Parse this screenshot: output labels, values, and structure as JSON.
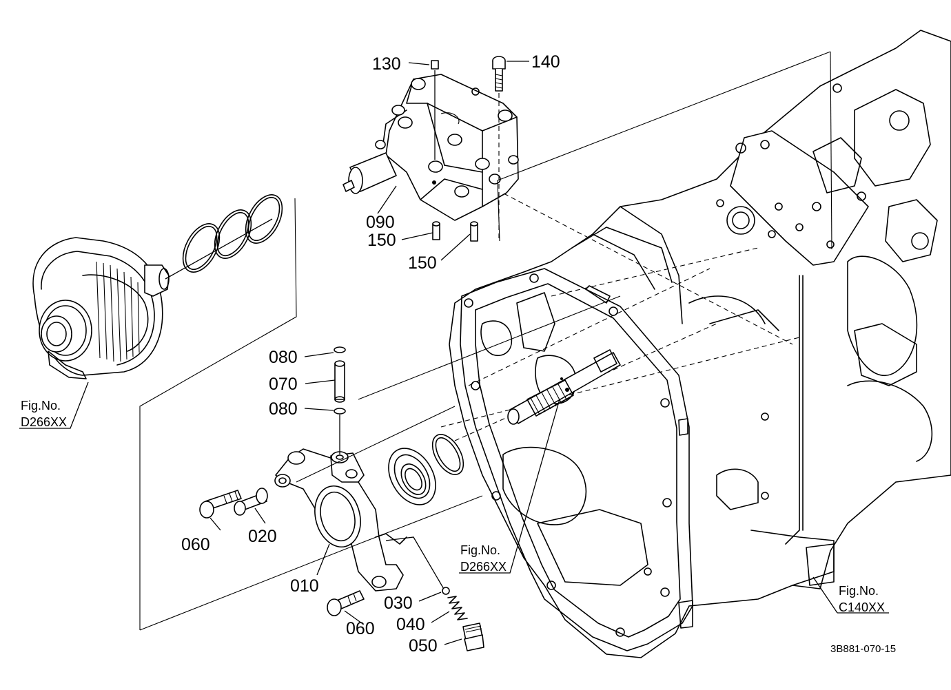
{
  "diagram": {
    "part_labels": {
      "p130": "130",
      "p140": "140",
      "p090": "090",
      "p150a": "150",
      "p150b": "150",
      "p080a": "080",
      "p070": "070",
      "p080b": "080",
      "p060a": "060",
      "p020": "020",
      "p010": "010",
      "p030": "030",
      "p040": "040",
      "p050": "050",
      "p060b": "060"
    },
    "fig_refs": {
      "ref1_line1": "Fig.No.",
      "ref1_line2": "D266XX",
      "ref2_line1": "Fig.No.",
      "ref2_line2": "D266XX",
      "ref3_line1": "Fig.No.",
      "ref3_line2": "C140XX"
    },
    "drawing_number": "3B881-070-15"
  }
}
